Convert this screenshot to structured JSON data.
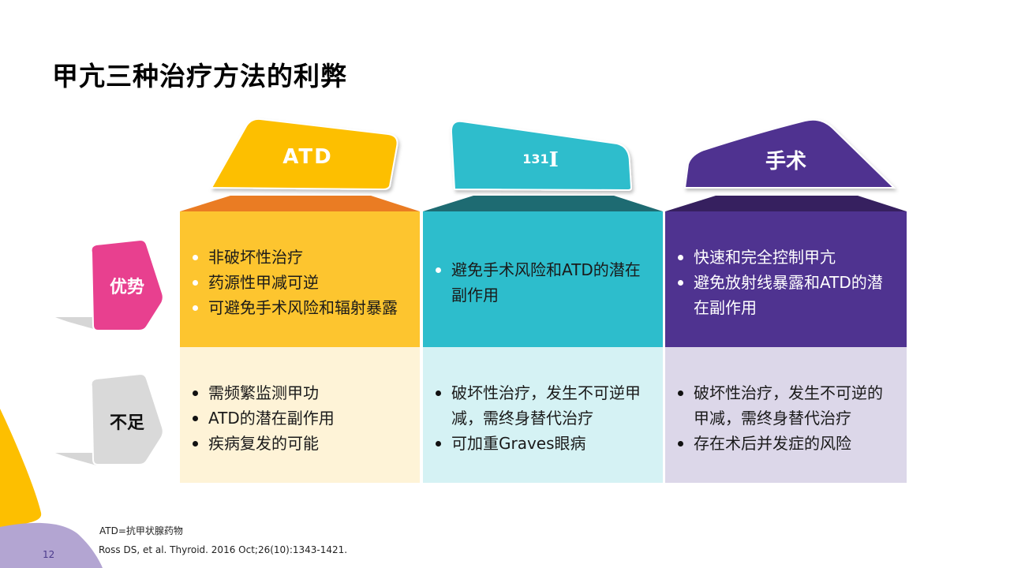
{
  "slide": {
    "title": "甲亢三种治疗方法的利弊",
    "page_number": "12"
  },
  "colors": {
    "atd": "#fdc52f",
    "atd_header": "#fdbf00",
    "atd_trap": "#ea7c23",
    "atd_light": "#fef3d7",
    "i131": "#2dbdcc",
    "i131_trap": "#1e6b72",
    "i131_light": "#d5f2f4",
    "surgery": "#4f3390",
    "surgery_trap": "#36205f",
    "surgery_light": "#dcd7e9",
    "advantage_label": "#e8408f",
    "disadvantage_label": "#d9d9d9",
    "deco_yellow": "#fdbf00",
    "deco_purple": "#b3a5d2"
  },
  "columns": [
    {
      "header": "ATD",
      "advantages": [
        "非破坏性治疗",
        "药源性甲减可逆",
        "可避免手术风险和辐射暴露"
      ],
      "disadvantages": [
        "需频繁监测甲功",
        "ATD的潜在副作用",
        "疾病复发的可能"
      ]
    },
    {
      "header_sup": "131",
      "header_main": "I",
      "advantages": [
        "避免手术风险和ATD的潜在副作用"
      ],
      "disadvantages": [
        "破坏性治疗，发生不可逆甲减，需终身替代治疗",
        "可加重Graves眼病"
      ]
    },
    {
      "header": "手术",
      "advantages": [
        "快速和完全控制甲亢",
        "避免放射线暴露和ATD的潜在副作用"
      ],
      "disadvantages": [
        "破坏性治疗，发生不可逆的甲减，需终身替代治疗",
        "存在术后并发症的风险"
      ]
    }
  ],
  "row_labels": {
    "advantages": "优势",
    "disadvantages": "不足"
  },
  "footnotes": {
    "abbreviation": "ATD=抗甲状腺药物",
    "reference": "Ross DS, et al. Thyroid. 2016 Oct;26(10):1343-1421."
  }
}
